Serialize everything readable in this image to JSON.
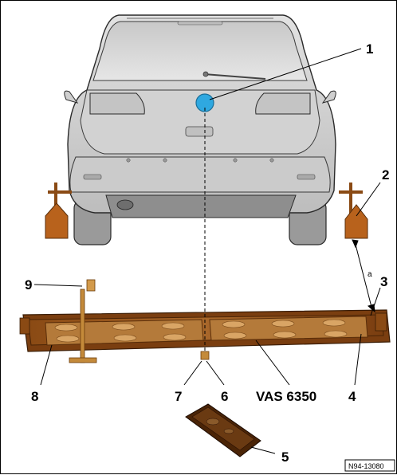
{
  "figure": {
    "reference": "N94-13080",
    "tool_label": "VAS 6350",
    "small_mark": "a"
  },
  "callouts": [
    {
      "id": "1",
      "label": "1"
    },
    {
      "id": "2",
      "label": "2"
    },
    {
      "id": "3",
      "label": "3"
    },
    {
      "id": "4",
      "label": "4"
    },
    {
      "id": "5",
      "label": "5"
    },
    {
      "id": "6",
      "label": "6"
    },
    {
      "id": "7",
      "label": "7"
    },
    {
      "id": "8",
      "label": "8"
    },
    {
      "id": "9",
      "label": "9"
    }
  ],
  "colors": {
    "car_body": "#d6d6d6",
    "car_outline": "#2a2a2a",
    "camera": "#2fa8e0",
    "plate_brown": "#9a5a1e",
    "plate_dark": "#5a2e0a",
    "pad_brown": "#b47a3a",
    "reflector": "#b8621c"
  }
}
